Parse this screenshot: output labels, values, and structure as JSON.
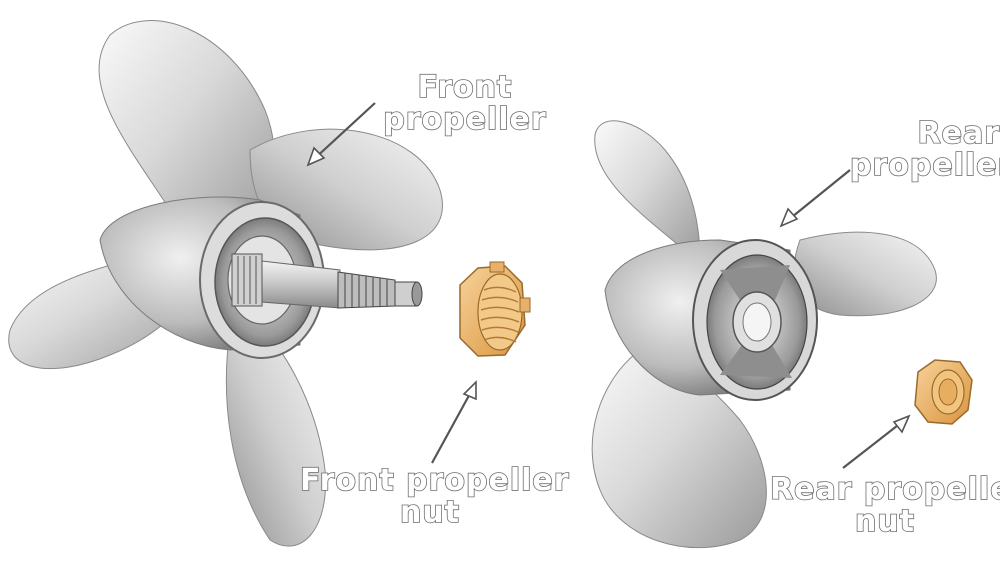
{
  "labels": {
    "front_propeller": [
      "Front",
      "propeller"
    ],
    "rear_propeller": [
      "Rear",
      "propeller"
    ],
    "front_propeller_nut": [
      "Front propeller",
      "nut"
    ],
    "rear_propeller_nut": [
      "Rear propeller",
      "nut"
    ]
  },
  "colors": {
    "metal_light": "#eeeeee",
    "metal_mid": "#bdbdbd",
    "metal_dark": "#7a7a7a",
    "nut": "#f2c079",
    "nut_dark": "#c98a3a",
    "label_outline": "#6d6d6d"
  }
}
